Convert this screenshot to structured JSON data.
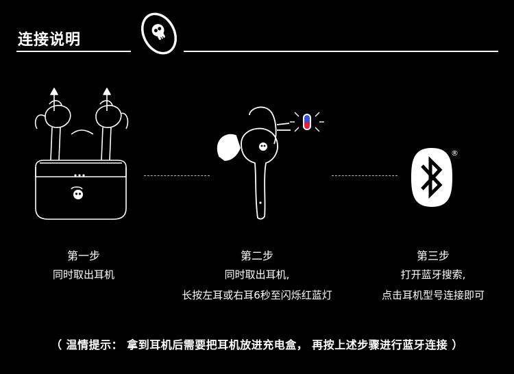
{
  "header": {
    "title": "连接说明"
  },
  "steps": [
    {
      "title": "第一步",
      "lines": [
        "同时取出耳机"
      ]
    },
    {
      "title": "第二步",
      "lines": [
        "同时取出耳机,",
        "长按左耳或右耳6秒至闪烁红蓝灯"
      ]
    },
    {
      "title": "第三步",
      "lines": [
        "打开蓝牙搜索,",
        "点击耳机型号连接即可"
      ]
    }
  ],
  "bluetooth": {
    "registered_mark": "®"
  },
  "tip": "（ 温情提示： 拿到耳机后需要把耳机放进充电盒， 再按上述步骤进行蓝牙连接 ）",
  "colors": {
    "background": "#000000",
    "foreground": "#ffffff",
    "led_red": "#e0213a",
    "led_blue": "#2f55e6"
  }
}
